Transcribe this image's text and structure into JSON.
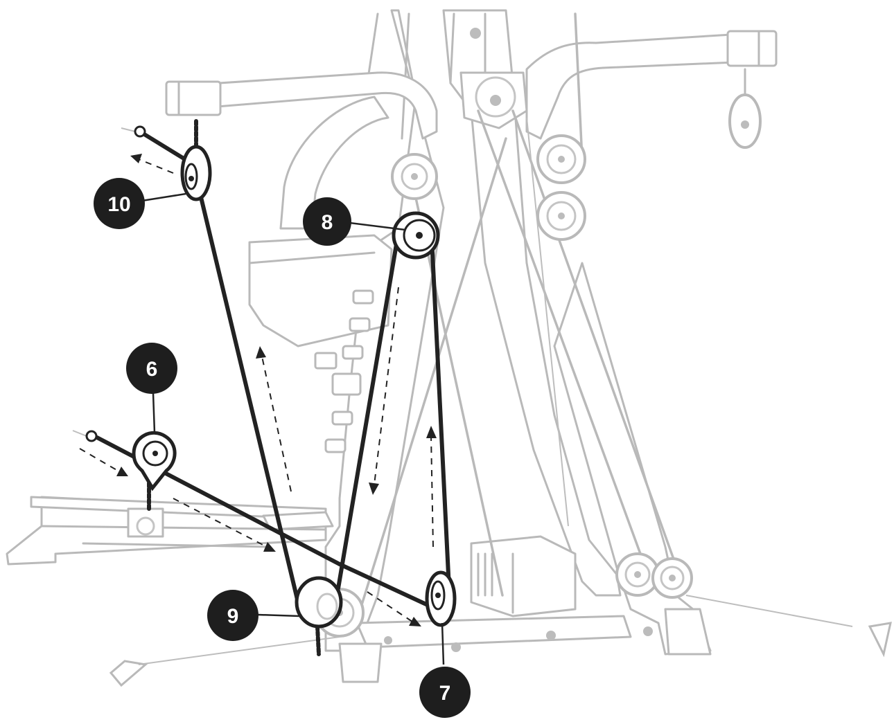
{
  "callouts": [
    {
      "id": "10",
      "label": "10"
    },
    {
      "id": "8",
      "label": "8"
    },
    {
      "id": "6",
      "label": "6"
    },
    {
      "id": "9",
      "label": "9"
    },
    {
      "id": "7",
      "label": "7"
    }
  ],
  "colors": {
    "frame": "#b9b9b9",
    "cable": "#222222",
    "callout": "#1e1e1e",
    "callout_text": "#ffffff"
  }
}
